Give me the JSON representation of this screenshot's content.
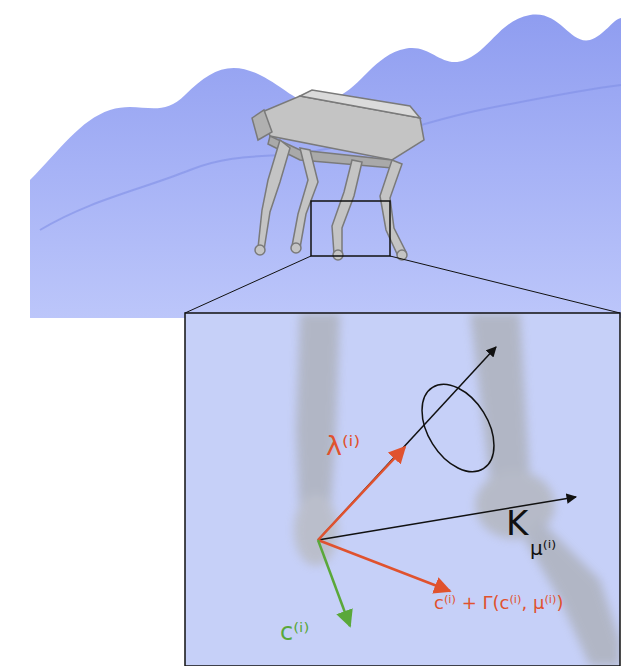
{
  "diagram": {
    "labels": [
      "λ⁽ⁱ⁾",
      "K",
      "μ⁽ⁱ⁾",
      "c⁽ⁱ⁾ + Γ(c⁽ⁱ⁾, μ⁽ⁱ⁾)",
      "c⁽ⁱ⁾"
    ]
  }
}
